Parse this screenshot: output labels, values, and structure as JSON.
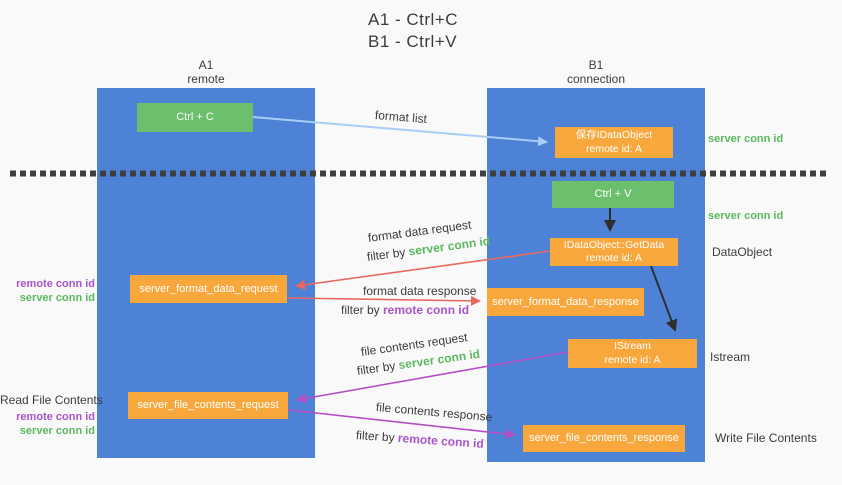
{
  "title": {
    "line1": "A1 - Ctrl+C",
    "line2": "B1 - Ctrl+V"
  },
  "lanes": {
    "a": {
      "header_line1": "A1",
      "header_line2": "remote"
    },
    "b": {
      "header_line1": "B1",
      "header_line2": "connection"
    }
  },
  "boxes": {
    "ctrl_c": {
      "label": "Ctrl + C"
    },
    "save_dataobject": {
      "line1": "保存IDataObject",
      "line2": "remote id: A"
    },
    "ctrl_v": {
      "label": "Ctrl + V"
    },
    "getdata": {
      "line1": "IDataObject::GetData",
      "line2": "remote id: A"
    },
    "format_request": {
      "label": "server_format_data_request"
    },
    "format_response": {
      "label": "server_format_data_response"
    },
    "istream": {
      "line1": "IStream",
      "line2": "remote id: A"
    },
    "file_request": {
      "label": "server_file_contents_request"
    },
    "file_response": {
      "label": "server_file_contents_response"
    }
  },
  "arrow_labels": {
    "format_list": "format list",
    "format_data_request": "format data request",
    "filter_prefix_1": "filter by ",
    "filter_id_1": "server conn id",
    "format_data_response": "format data response",
    "filter_prefix_2": "filter by ",
    "filter_id_2": "remote conn id",
    "file_contents_request": "file contents request",
    "filter_prefix_3": "filter by ",
    "filter_id_3": "server conn id",
    "file_contents_response": "file contents response",
    "filter_prefix_4": "filter by ",
    "filter_id_4": "remote conn id"
  },
  "side_labels": {
    "left_remote_conn_1": "remote conn id",
    "left_server_conn_1": "server conn id",
    "read_file_contents": "Read File Contents",
    "left_remote_conn_2": "remote conn id",
    "left_server_conn_2": "server conn id",
    "right_server_conn_1": "server conn id",
    "right_server_conn_2": "server conn id",
    "dataobject": "DataObject",
    "istream": "Istream",
    "write_file_contents": "Write File Contents"
  },
  "colors": {
    "bg": "#f9f9f9",
    "lane": "#4d82d6",
    "green_box": "#6cbf6c",
    "orange_box": "#f8a73d",
    "red_arrow": "#e8695f",
    "purple_arrow": "#b44ec4",
    "blue_arrow": "#a9cef5",
    "green_text": "#5cb860",
    "purple_text": "#a855c8",
    "dark_text": "#3c3c3c"
  }
}
